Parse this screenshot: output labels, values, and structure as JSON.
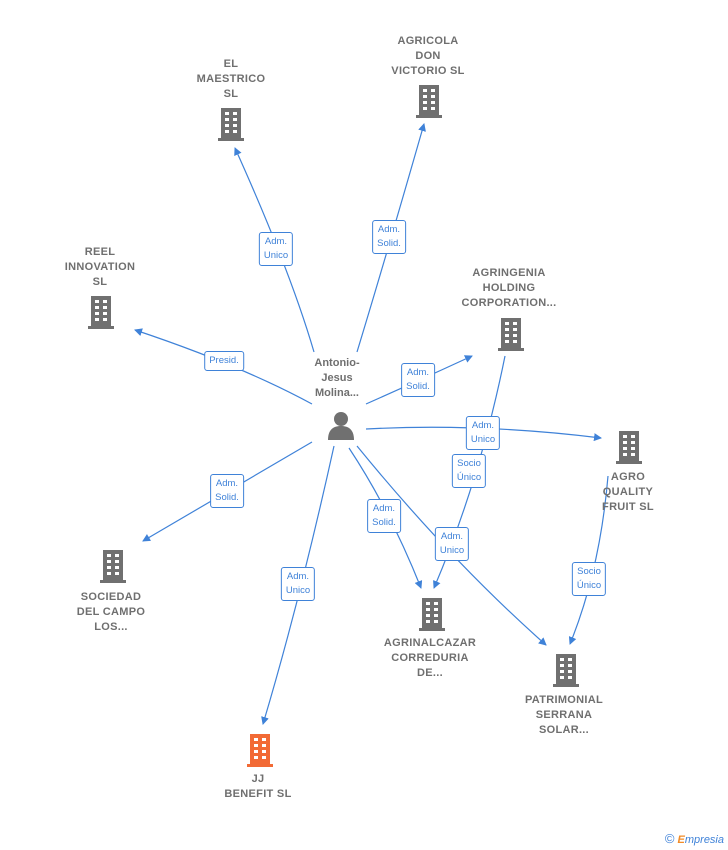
{
  "person": {
    "label": "Antonio-\nJesus\nMolina..."
  },
  "companies": [
    {
      "id": "el-maestrico",
      "label": "EL\nMAESTRICO\nSL",
      "highlight": false
    },
    {
      "id": "agricola",
      "label": "AGRICOLA\nDON\nVICTORIO SL",
      "highlight": false
    },
    {
      "id": "reel",
      "label": "REEL\nINNOVATION\nSL",
      "highlight": false
    },
    {
      "id": "agringenia",
      "label": "AGRINGENIA\nHOLDING\nCORPORATION...",
      "highlight": false
    },
    {
      "id": "agro-quality",
      "label": "AGRO\nQUALITY\nFRUIT  SL",
      "highlight": false
    },
    {
      "id": "sociedad",
      "label": "SOCIEDAD\nDEL CAMPO\nLOS...",
      "highlight": false
    },
    {
      "id": "agrinalcazar",
      "label": "AGRINALCAZAR\nCORREDURIA\nDE...",
      "highlight": false
    },
    {
      "id": "patrimonial",
      "label": "PATRIMONIAL\nSERRANA\nSOLAR...",
      "highlight": false
    },
    {
      "id": "jj-benefit",
      "label": "JJ\nBENEFIT  SL",
      "highlight": true
    }
  ],
  "edge_labels": [
    {
      "id": "e-maestrico",
      "text": "Adm.\nUnico"
    },
    {
      "id": "e-agricola",
      "text": "Adm.\nSolid."
    },
    {
      "id": "e-reel",
      "text": "Presid."
    },
    {
      "id": "e-agringenia",
      "text": "Adm.\nSolid."
    },
    {
      "id": "e-agro",
      "text": "Adm.\nUnico"
    },
    {
      "id": "e-agringenia-agrinalcazar",
      "text": "Socio\nÚnico"
    },
    {
      "id": "e-sociedad",
      "text": "Adm.\nSolid."
    },
    {
      "id": "e-agrinalcazar",
      "text": "Adm.\nSolid."
    },
    {
      "id": "e-patrimonial",
      "text": "Adm.\nUnico"
    },
    {
      "id": "e-agro-patrimonial",
      "text": "Socio\nÚnico"
    },
    {
      "id": "e-jj",
      "text": "Adm.\nUnico"
    }
  ],
  "colors": {
    "edge": "#3f82d8",
    "building": "#707070",
    "highlight": "#f26a35"
  },
  "footer": {
    "copyright_symbol": "©",
    "brand_first": "E",
    "brand_rest": "mpresia"
  }
}
